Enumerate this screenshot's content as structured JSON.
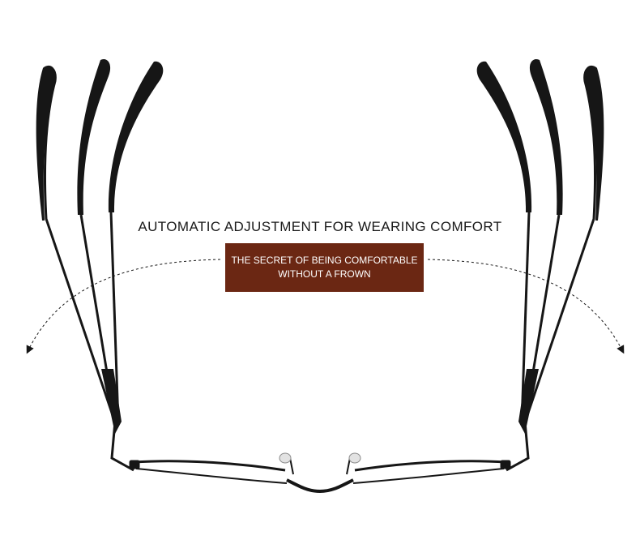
{
  "headline": "AUTOMATIC ADJUSTMENT FOR WEARING COMFORT",
  "badge": {
    "line1": "THE SECRET OF BEING COMFORTABLE",
    "line2": "WITHOUT A FROWN",
    "color": "#6b2713"
  },
  "colors": {
    "frame": "#161616",
    "background": "#ffffff"
  }
}
